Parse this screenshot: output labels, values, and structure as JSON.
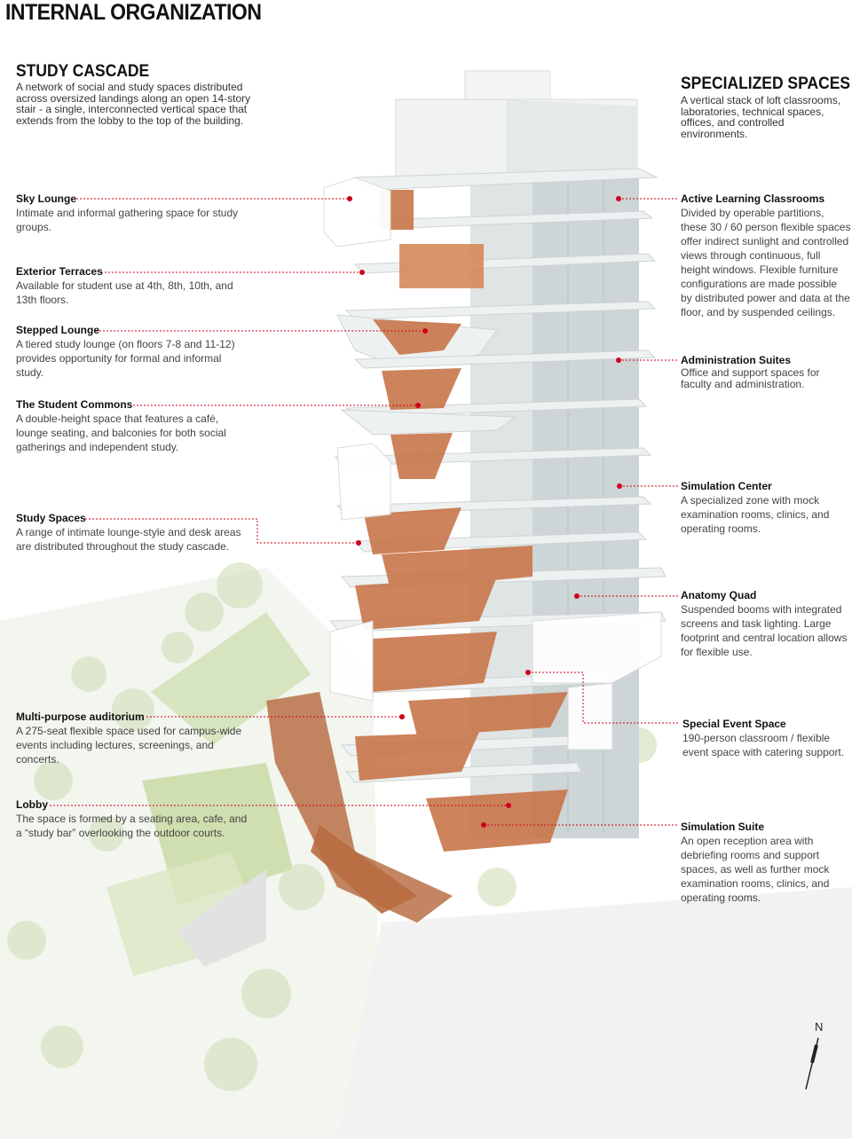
{
  "title": "INTERNAL ORGANIZATION",
  "study_cascade": {
    "title": "STUDY CASCADE",
    "desc": "A network of social and study spaces distributed across oversized landings along an open 14-story stair - a single, interconnected vertical space that extends from the lobby to the top of the building."
  },
  "specialized_spaces": {
    "title": "SPECIALIZED SPACES",
    "desc": "A vertical stack of loft classrooms, laboratories, technical spaces, offices, and controlled environments."
  },
  "left_labels": [
    {
      "title": "Sky Lounge",
      "desc": "Intimate and informal gathering space for study groups."
    },
    {
      "title": "Exterior Terraces",
      "desc": "Available for student use at 4th, 8th, 10th, and 13th floors."
    },
    {
      "title": "Stepped Lounge",
      "desc": "A tiered study lounge (on floors 7-8 and 11-12) provides opportunity for formal and informal study."
    },
    {
      "title": "The Student Commons",
      "desc": "A double-height space that features a café, lounge seating, and balconies for both social gatherings and independent study."
    },
    {
      "title": "Study Spaces",
      "desc": "A range of intimate lounge-style and desk areas are distributed throughout the study cascade."
    },
    {
      "title": "Multi-purpose auditorium",
      "desc": "A 275-seat flexible space used for campus-wide events including lectures, screenings, and concerts."
    },
    {
      "title": "Lobby",
      "desc": "The space is formed by a seating area, cafe, and a “study bar” overlooking the outdoor courts."
    }
  ],
  "right_labels": [
    {
      "title": "Active Learning Classrooms",
      "desc": "Divided by operable partitions, these 30 / 60 person flexible spaces offer indirect sunlight and controlled views through continuous, full height windows. Flexible furniture configurations are made possible by distributed power and data at the floor, and by suspended ceilings."
    },
    {
      "title": "Administration Suites",
      "desc": "Office and support spaces for faculty and administration."
    },
    {
      "title": "Simulation Center",
      "desc": "A specialized zone with mock examination rooms, clinics, and operating rooms."
    },
    {
      "title": "Anatomy Quad",
      "desc": "Suspended booms with integrated screens and task lighting. Large footprint and central location allows for flexible use."
    },
    {
      "title": "Special Event Space",
      "desc": "190-person classroom / flexible event space with catering support."
    },
    {
      "title": "Simulation Suite",
      "desc": "An open reception area with debriefing rooms and support spaces, as well as further mock examination rooms, clinics, and operating rooms."
    }
  ],
  "north_label": "N",
  "colors": {
    "leader": "#d0021b",
    "wood": "#c8764a",
    "slab": "#e9ecec",
    "glass": "#c9d2d3",
    "landscape": "#c9d9a8"
  }
}
